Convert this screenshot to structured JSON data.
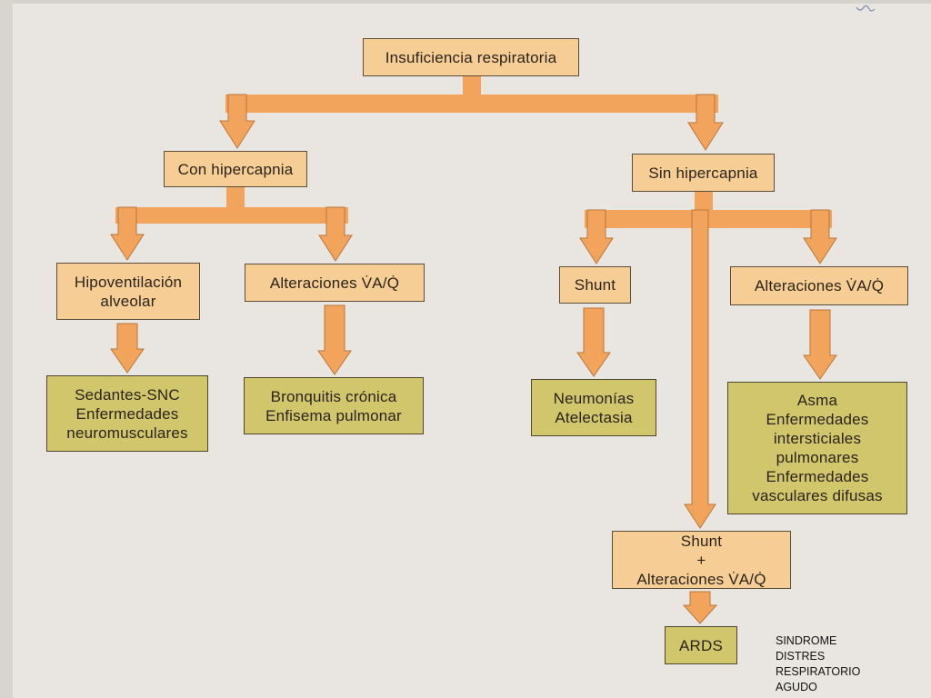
{
  "colors": {
    "arrow": "#f3a45c",
    "arrow_border": "#b9763a",
    "box_orange": "#f6cd95",
    "box_olive": "#d2c66c"
  },
  "nodes": {
    "root": [
      "Insuficiencia respiratoria"
    ],
    "con": [
      "Con hipercapnia"
    ],
    "sin": [
      "Sin hipercapnia"
    ],
    "hipo": [
      "Hipoventilación",
      "alveolar"
    ],
    "alt_left": [
      "Alteraciones V̇A/Q̇"
    ],
    "shunt": [
      "Shunt"
    ],
    "alt_right": [
      "Alteraciones V̇A/Q̇"
    ],
    "sedantes": [
      "Sedantes-SNC",
      "Enfermedades",
      "neuromusculares"
    ],
    "bronquitis": [
      "Bronquitis crónica",
      "Enfisema pulmonar"
    ],
    "neumonias": [
      "Neumonías",
      "Atelectasia"
    ],
    "asma": [
      "Asma",
      "Enfermedades",
      "intersticiales",
      "pulmonares",
      "Enfermedades",
      "vasculares difusas"
    ],
    "shunt_alt": [
      "Shunt",
      "+",
      "Alteraciones V̇A/Q̇"
    ],
    "ards": [
      "ARDS"
    ]
  },
  "note": [
    "SINDROME",
    "DISTRES",
    "RESPIRATORIO",
    "AGUDO"
  ]
}
